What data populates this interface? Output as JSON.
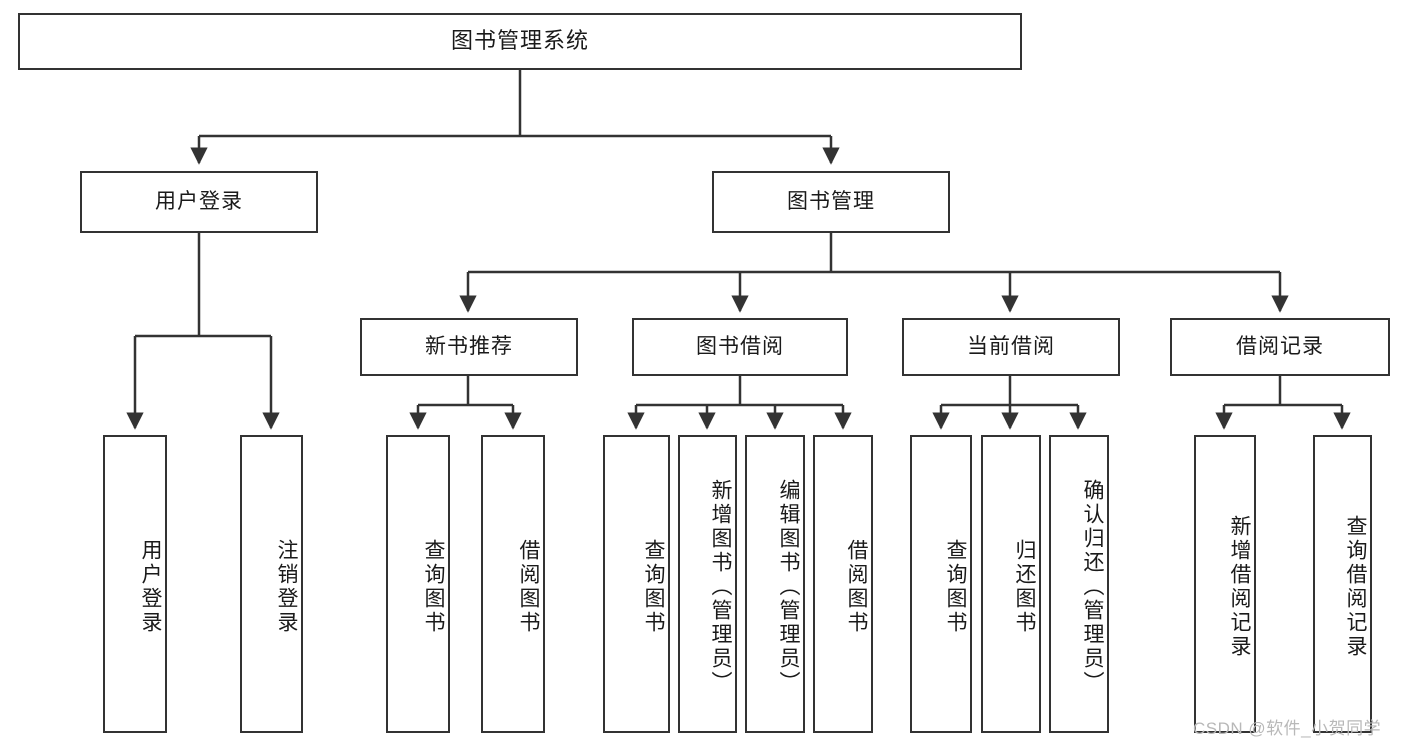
{
  "diagram": {
    "title": "图书管理系统",
    "watermark": "CSDN @软件_小贺同学",
    "colors": {
      "box_border": "#333333",
      "box_fill": "#ffffff",
      "edge": "#333333",
      "text": "#1a1a1a",
      "background": "#ffffff",
      "watermark": "#b8b8b8"
    },
    "levels": {
      "root": {
        "label": "图书管理系统"
      },
      "level2": [
        {
          "label": "用户登录"
        },
        {
          "label": "图书管理"
        }
      ],
      "level3": [
        {
          "label": "新书推荐"
        },
        {
          "label": "图书借阅"
        },
        {
          "label": "当前借阅"
        },
        {
          "label": "借阅记录"
        }
      ],
      "leaves": {
        "user_login": [
          {
            "label": "用户登录"
          },
          {
            "label": "注销登录"
          }
        ],
        "new_book_recommend": [
          {
            "label": "查询图书"
          },
          {
            "label": "借阅图书"
          }
        ],
        "book_borrow": [
          {
            "label": "查询图书"
          },
          {
            "label": "新增图书（管理员）"
          },
          {
            "label": "编辑图书（管理员）"
          },
          {
            "label": "借阅图书"
          }
        ],
        "current_borrow": [
          {
            "label": "查询图书"
          },
          {
            "label": "归还图书"
          },
          {
            "label": "确认归还（管理员）"
          }
        ],
        "borrow_record": [
          {
            "label": "新增借阅记录"
          },
          {
            "label": "查询借阅记录"
          }
        ]
      }
    }
  }
}
